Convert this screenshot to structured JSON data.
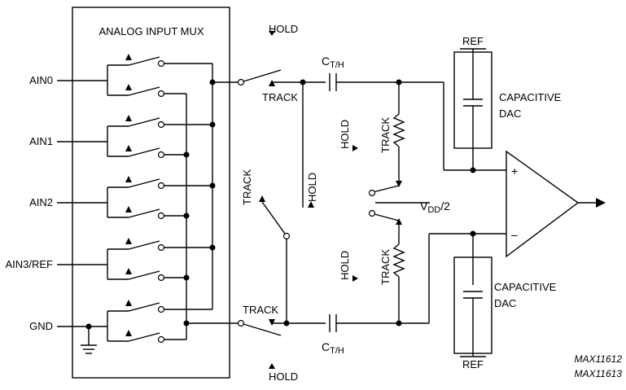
{
  "mux": {
    "title": "ANALOG INPUT MUX"
  },
  "inputs": [
    "AIN0",
    "AIN1",
    "AIN2",
    "AIN3/REF",
    "GND"
  ],
  "switch_labels": {
    "hold": "HOLD",
    "track": "TRACK"
  },
  "cap": {
    "main": "C",
    "sub": "T/H"
  },
  "vdd": {
    "main": "V",
    "sub": "DD",
    "suffix": "/2"
  },
  "dac": {
    "line1": "CAPACITIVE",
    "line2": "DAC",
    "ref": "REF"
  },
  "comparator": {
    "plus": "+",
    "minus": "–"
  },
  "part_numbers": [
    "MAX11612",
    "MAX11613"
  ]
}
